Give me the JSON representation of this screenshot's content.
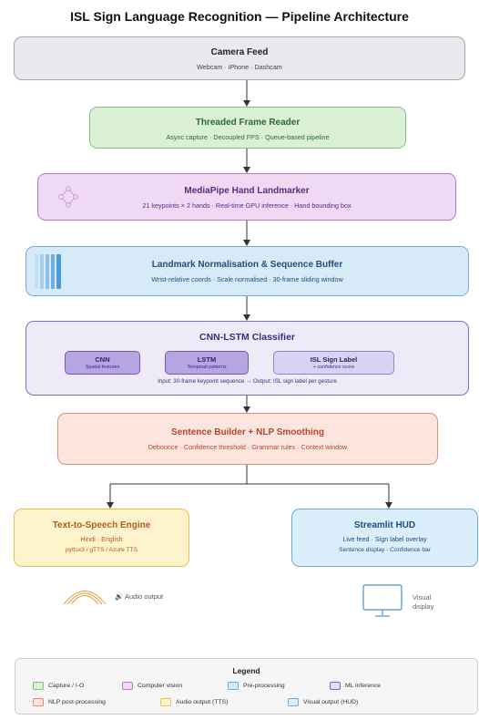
{
  "title": "ISL Sign Language Recognition — Pipeline Architecture",
  "nodes": {
    "camera": {
      "title": "Camera Feed",
      "subtitle": "Webcam · iPhone · Dashcam"
    },
    "reader": {
      "title": "Threaded Frame Reader",
      "subtitle": "Async capture · Decoupled FPS · Queue-based pipeline"
    },
    "mediapipe": {
      "title": "MediaPipe Hand Landmarker",
      "subtitle": "21 keypoints × 2 hands · Real-time GPU inference · Hand bounding box"
    },
    "normalisation": {
      "title": "Landmark Normalisation & Sequence Buffer",
      "subtitle": "Wrist-relative coords · Scale normalised · 30-frame sliding window"
    },
    "classifier": {
      "title": "CNN-LSTM Classifier",
      "cnn": {
        "title": "CNN",
        "subtitle": "Spatial features"
      },
      "lstm": {
        "title": "LSTM",
        "subtitle": "Temporal patterns"
      },
      "label": {
        "title": "ISL Sign Label",
        "subtitle": "+ confidence score"
      },
      "note": "Input: 30-frame keypoint sequence → Output: ISL sign label per gesture"
    },
    "nlp": {
      "title": "Sentence Builder + NLP Smoothing",
      "subtitle": "Debounce · Confidence threshold · Grammar rules · Context window"
    },
    "tts": {
      "title": "Text-to-Speech Engine",
      "subtitle": "Hindi · English",
      "detail": "pyttsx3 / gTTS / Azure TTS"
    },
    "hud": {
      "title": "Streamlit HUD",
      "subtitle": "Live feed · Sign label overlay",
      "detail": "Sentence display · Confidence bar"
    }
  },
  "outputs": {
    "audio": "🔊 Audio output",
    "visual_line1": "Visual",
    "visual_line2": "display"
  },
  "legend": {
    "title": "Legend",
    "items": [
      {
        "label": "Capture / I-O",
        "fill": "#d9f0d4",
        "stroke": "#7cc47a"
      },
      {
        "label": "Computer vision",
        "fill": "#efd9f5",
        "stroke": "#b879d1"
      },
      {
        "label": "Pre-processing",
        "fill": "#d7eaf7",
        "stroke": "#78acd7"
      },
      {
        "label": "ML inference",
        "fill": "#e2dcf5",
        "stroke": "#7b6cc4"
      },
      {
        "label": "NLP post-processing",
        "fill": "#fde5df",
        "stroke": "#e58b74"
      },
      {
        "label": "Audio output (TTS)",
        "fill": "#fdf3cc",
        "stroke": "#e9c04d"
      },
      {
        "label": "Visual output (HUD)",
        "fill": "#dbeefb",
        "stroke": "#6fa9d7"
      }
    ]
  },
  "colors": {
    "connector": "#333333",
    "arc_orange": "#e79a3c"
  },
  "icons": [
    "hand-landmarks-icon",
    "sequence-bars-icon",
    "sound-arcs-icon",
    "speaker-icon",
    "monitor-icon"
  ]
}
